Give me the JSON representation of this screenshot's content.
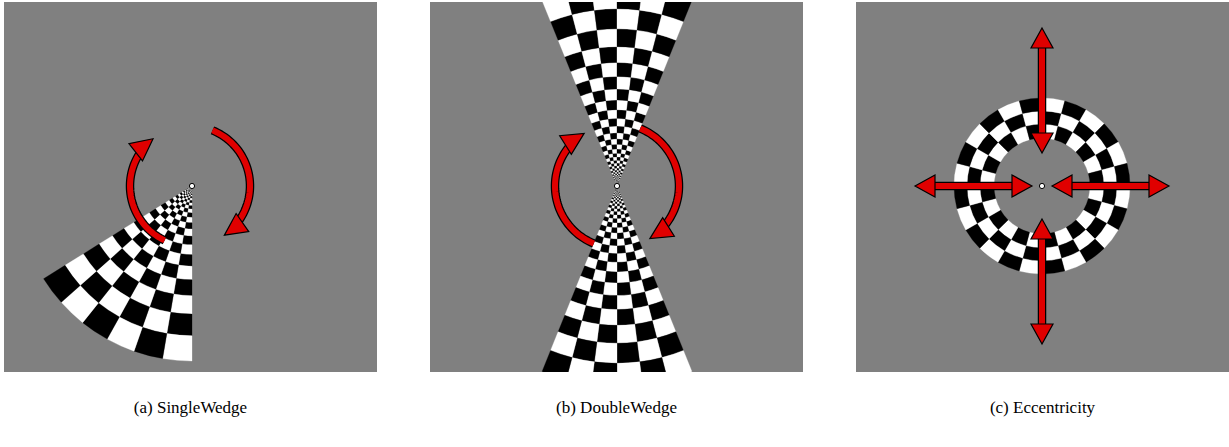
{
  "diagram": {
    "labels": [
      "(a) SingleWedge",
      "(b) DoubleWedge",
      "(c) Eccentricity"
    ]
  }
}
